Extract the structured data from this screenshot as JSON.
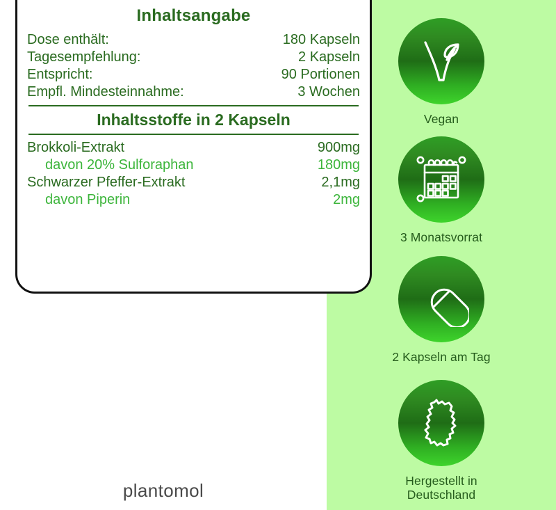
{
  "brand": {
    "name": "plantomol"
  },
  "colors": {
    "panel_bg": "#bdfba3",
    "dark_green": "#2a6b20",
    "bright_green": "#3cb53b",
    "card_border": "#111111",
    "brand_gray": "#4a4a4a"
  },
  "facts_card": {
    "title": "Inhaltsangabe",
    "summary_rows": [
      {
        "label": "Dose enthält:",
        "value": "180 Kapseln"
      },
      {
        "label": "Tagesempfehlung:",
        "value": "2 Kapseln"
      },
      {
        "label": "Entspricht:",
        "value": "90 Portionen"
      },
      {
        "label": "Empfl. Mindesteinnahme:",
        "value": "3 Wochen"
      }
    ],
    "ingredients_title": "Inhaltsstoffe in 2 Kapseln",
    "ingredient_rows": [
      {
        "label": "Brokkoli-Extrakt",
        "value": "900mg",
        "sub": false
      },
      {
        "label": "davon 20% Sulforaphan",
        "value": "180mg",
        "sub": true
      },
      {
        "label": "Schwarzer Pfeffer-Extrakt",
        "value": "2,1mg",
        "sub": false
      },
      {
        "label": "davon Piperin",
        "value": "2mg",
        "sub": true
      }
    ]
  },
  "badges": [
    {
      "label": "Vegan",
      "icon": "vegan-leaf-icon"
    },
    {
      "label": "3 Monatsvorrat",
      "icon": "calendar-icon"
    },
    {
      "label": "2 Kapseln am Tag",
      "icon": "capsule-icon"
    },
    {
      "label": "Hergestellt in\nDeutschland",
      "icon": "germany-map-icon"
    }
  ]
}
